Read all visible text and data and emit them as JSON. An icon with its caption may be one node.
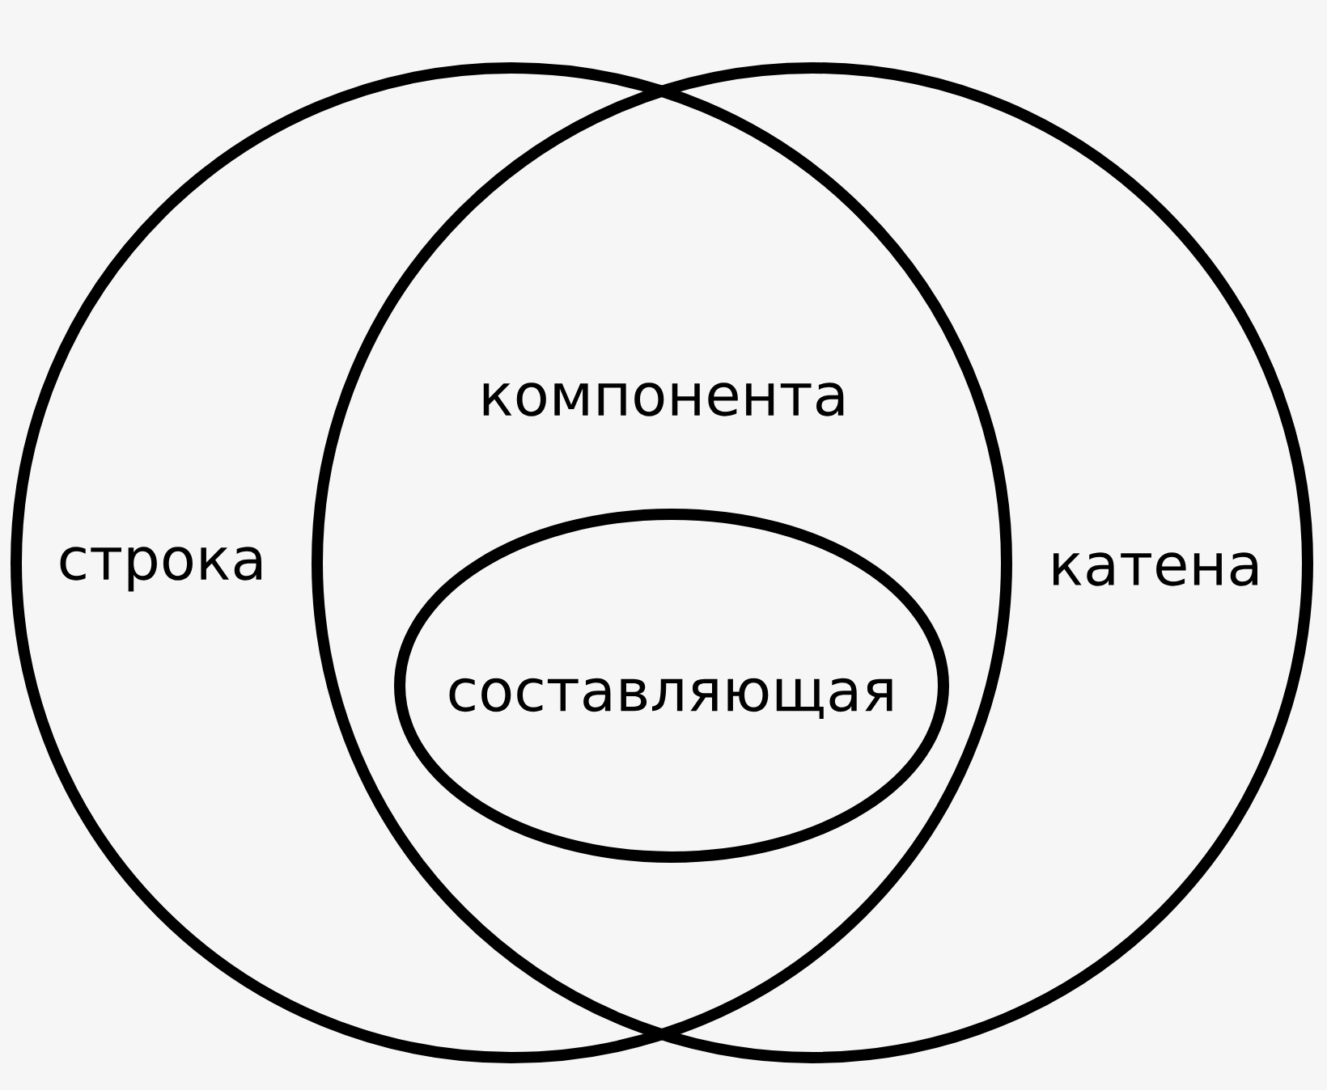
{
  "diagram": {
    "nodes": [
      {
        "text": [
          "строка"
        ]
      },
      {
        "text": [
          "катена"
        ]
      },
      {
        "text": [
          "составляющая"
        ]
      }
    ],
    "labels": [
      "компонента"
    ]
  }
}
